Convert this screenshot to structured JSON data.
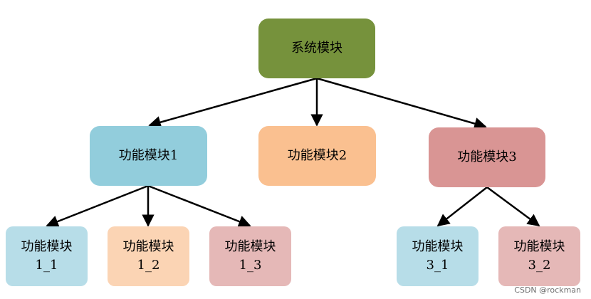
{
  "diagram": {
    "root": {
      "label": "系统模块",
      "color": "#76923c"
    },
    "level1": [
      {
        "label": "功能模块1",
        "color": "#92cddc"
      },
      {
        "label": "功能模块2",
        "color": "#fac090"
      },
      {
        "label": "功能模块3",
        "color": "#d99594"
      }
    ],
    "level2": [
      {
        "line1": "功能模块",
        "line2": "1_1",
        "color": "#b7dde8"
      },
      {
        "line1": "功能模块",
        "line2": "1_2",
        "color": "#fbd4b4"
      },
      {
        "line1": "功能模块",
        "line2": "1_3",
        "color": "#e5b8b7"
      },
      {
        "line1": "功能模块",
        "line2": "3_1",
        "color": "#b7dde8"
      },
      {
        "line1": "功能模块",
        "line2": "3_2",
        "color": "#e5b8b7"
      }
    ],
    "arrow_color": "#000000"
  },
  "watermark": "CSDN @rockman"
}
